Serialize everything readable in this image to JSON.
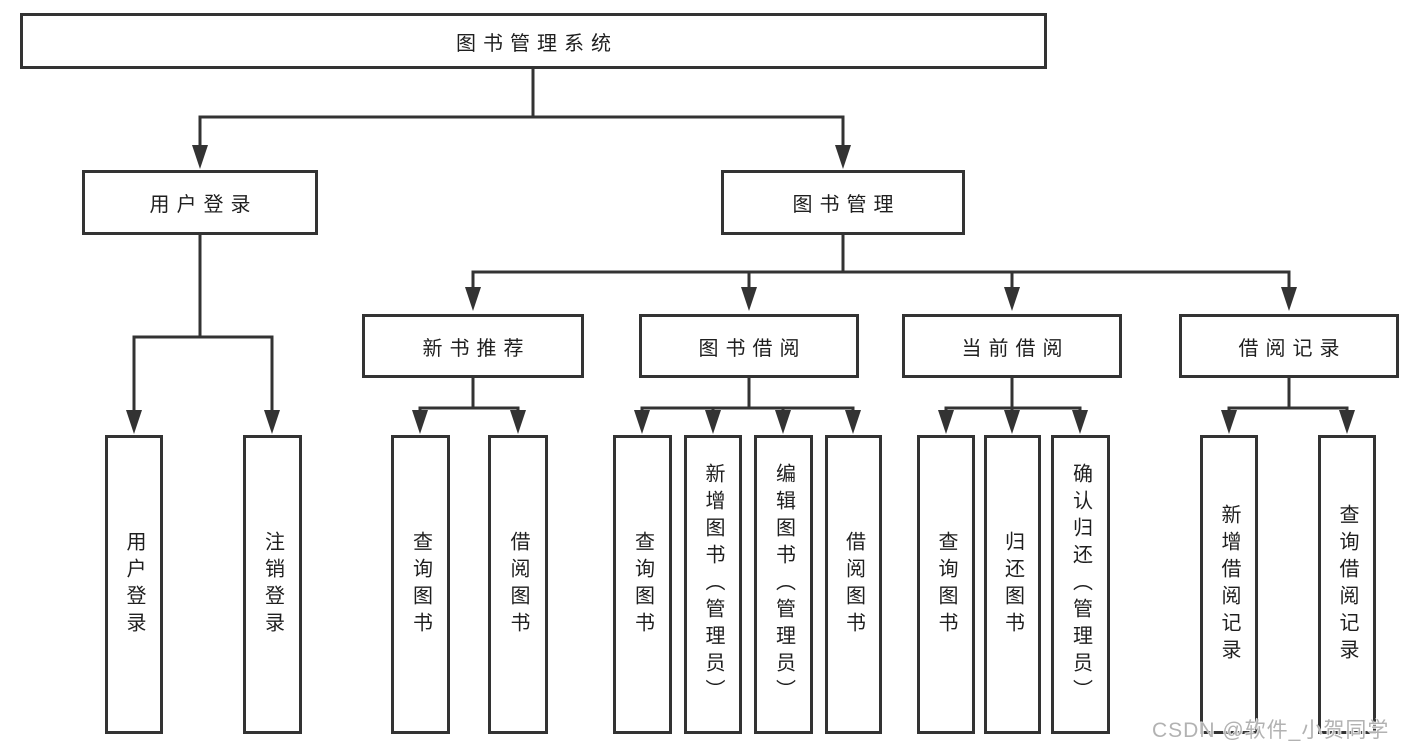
{
  "diagram": {
    "type": "tree",
    "root": {
      "id": "library-management-system",
      "label": "图书管理系统",
      "children": [
        {
          "id": "user-login",
          "label": "用户登录",
          "children": [
            {
              "id": "leaf-user-login",
              "label": "用户登录"
            },
            {
              "id": "leaf-logout",
              "label": "注销登录"
            }
          ]
        },
        {
          "id": "book-management",
          "label": "图书管理",
          "children": [
            {
              "id": "new-book-recommend",
              "label": "新书推荐",
              "children": [
                {
                  "id": "leaf-query-book-1",
                  "label": "查询图书"
                },
                {
                  "id": "leaf-borrow-book-1",
                  "label": "借阅图书"
                }
              ]
            },
            {
              "id": "book-borrowing",
              "label": "图书借阅",
              "children": [
                {
                  "id": "leaf-query-book-2",
                  "label": "查询图书"
                },
                {
                  "id": "leaf-add-book-admin",
                  "label": "新增图书（管理员）"
                },
                {
                  "id": "leaf-edit-book-admin",
                  "label": "编辑图书（管理员）"
                },
                {
                  "id": "leaf-borrow-book-2",
                  "label": "借阅图书"
                }
              ]
            },
            {
              "id": "current-borrowing",
              "label": "当前借阅",
              "children": [
                {
                  "id": "leaf-query-book-3",
                  "label": "查询图书"
                },
                {
                  "id": "leaf-return-book",
                  "label": "归还图书"
                },
                {
                  "id": "leaf-confirm-return-admin",
                  "label": "确认归还（管理员）"
                }
              ]
            },
            {
              "id": "borrowing-records",
              "label": "借阅记录",
              "children": [
                {
                  "id": "leaf-add-borrow-record",
                  "label": "新增借阅记录"
                },
                {
                  "id": "leaf-query-borrow-record",
                  "label": "查询借阅记录"
                }
              ]
            }
          ]
        }
      ]
    }
  },
  "watermark": {
    "text": "CSDN @软件_小贺同学"
  },
  "colors": {
    "line": "#333333",
    "box_border": "#333333",
    "box_background": "#ffffff",
    "text": "#1f1f1f",
    "page_background": "#ffffff",
    "watermark": "#b2b2b2"
  }
}
